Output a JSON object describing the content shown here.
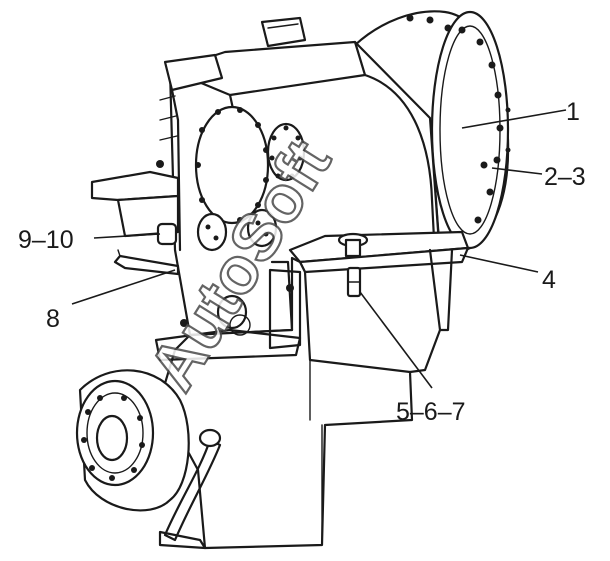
{
  "labels": [
    {
      "id": "1",
      "text": "1"
    },
    {
      "id": "2-3",
      "text": "2–3"
    },
    {
      "id": "4",
      "text": "4"
    },
    {
      "id": "5-6-7",
      "text": "5–6–7"
    },
    {
      "id": "8",
      "text": "8"
    },
    {
      "id": "9-10",
      "text": "9–10"
    }
  ],
  "watermark": "AutoSoft"
}
